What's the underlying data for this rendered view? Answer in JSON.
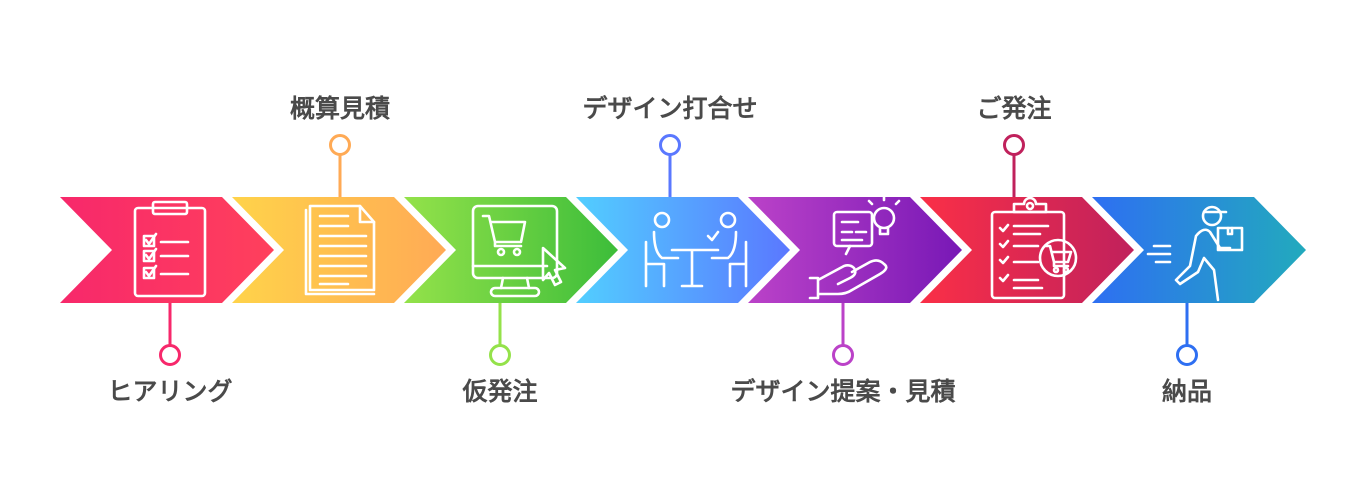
{
  "steps": [
    {
      "label": "ヒアリング",
      "position": "below",
      "icon": "clipboard-checklist-icon",
      "colors": [
        "#f7286b",
        "#ff405c"
      ]
    },
    {
      "label": "概算見積",
      "position": "above",
      "icon": "document-icon",
      "colors": [
        "#ffd34a",
        "#ffaa55"
      ]
    },
    {
      "label": "仮発注",
      "position": "below",
      "icon": "computer-cart-icon",
      "colors": [
        "#94e24a",
        "#3cbd3a"
      ]
    },
    {
      "label": "デザイン打合せ",
      "position": "above",
      "icon": "meeting-icon",
      "colors": [
        "#52ceff",
        "#5a78ff"
      ]
    },
    {
      "label": "デザイン提案・見積",
      "position": "below",
      "icon": "hand-idea-icon",
      "colors": [
        "#bb42c8",
        "#7818b6"
      ]
    },
    {
      "label": "ご発注",
      "position": "above",
      "icon": "order-clipboard-icon",
      "colors": [
        "#fa2f47",
        "#c0215c"
      ]
    },
    {
      "label": "納品",
      "position": "below",
      "icon": "delivery-person-icon",
      "colors": [
        "#2e6ff2",
        "#22aabd"
      ]
    }
  ]
}
